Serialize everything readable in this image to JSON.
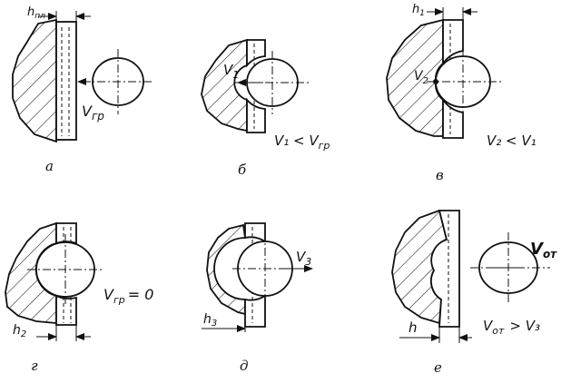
{
  "colors": {
    "ink": "#111111",
    "background": "#ffffff"
  },
  "panels": [
    {
      "caption": "а",
      "labels": {
        "thickness": "h",
        "thickness_sub": "пл",
        "velocity": "V",
        "velocity_sub": "гр"
      }
    },
    {
      "caption": "б",
      "labels": {
        "velocity": "V",
        "velocity_sub": "1",
        "relation": "V₁ < V",
        "relation_sub": "гр"
      }
    },
    {
      "caption": "в",
      "labels": {
        "thickness": "h",
        "thickness_sub": "1",
        "velocity": "V",
        "velocity_sub": "2",
        "relation": "V₂ < V₁"
      }
    },
    {
      "caption": "г",
      "labels": {
        "thickness": "h",
        "thickness_sub": "2",
        "relation": "V",
        "relation_sub": "гр",
        "relation_tail": "= 0"
      }
    },
    {
      "caption": "д",
      "labels": {
        "thickness": "h",
        "thickness_sub": "3",
        "velocity": "V",
        "velocity_sub": "3"
      }
    },
    {
      "caption": "е",
      "labels": {
        "thickness": "h",
        "velocity": "V",
        "velocity_sub": "от",
        "relation": "V",
        "relation_sub": "от",
        "relation_tail": "> V₃"
      }
    }
  ]
}
